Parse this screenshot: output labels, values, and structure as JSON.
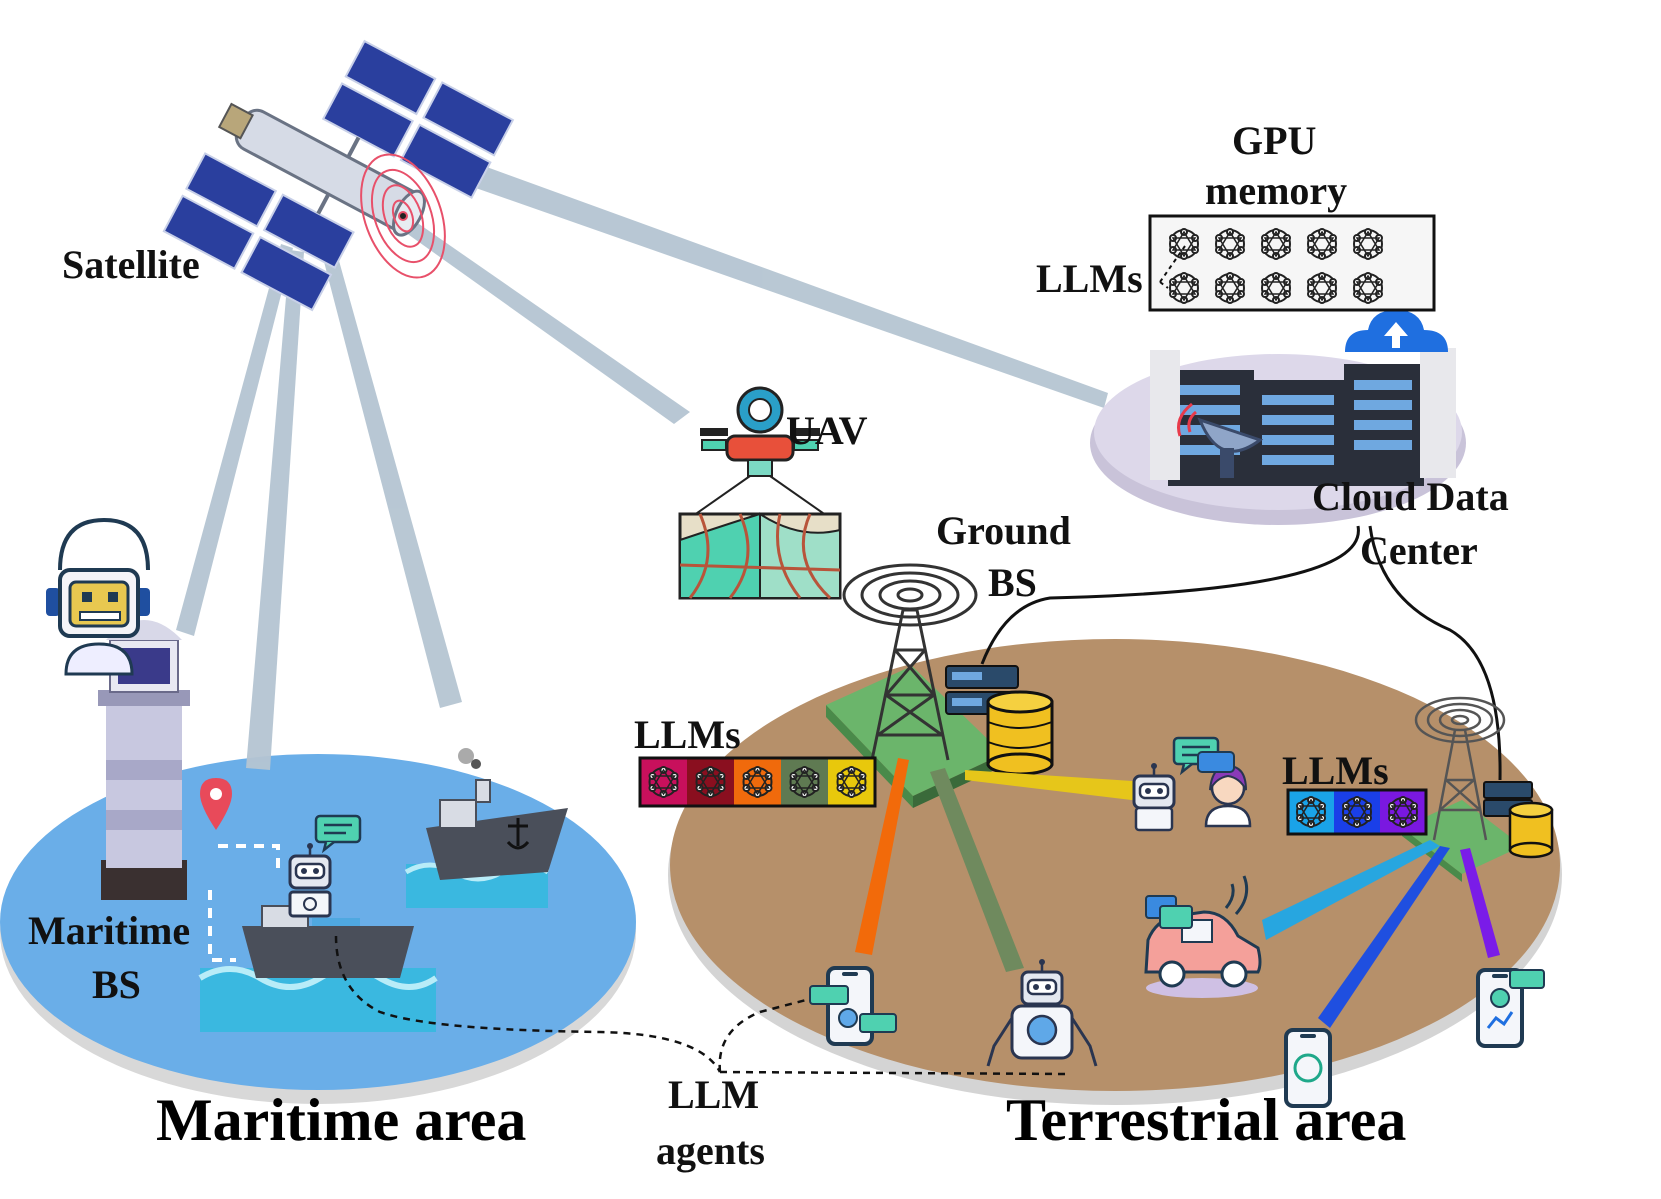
{
  "labels": {
    "satellite": "Satellite",
    "gpu_line1": "GPU",
    "gpu_line2": "memory",
    "llms_cloud": "LLMs",
    "uav": "UAV",
    "ground_bs_line1": "Ground",
    "ground_bs_line2": "BS",
    "cloud_line1": "Cloud Data",
    "cloud_line2": "Center",
    "llms_ground": "LLMs",
    "llms_right": "LLMs",
    "maritime_bs_line1": "Maritime",
    "maritime_bs_line2": "BS",
    "maritime_area": "Maritime area",
    "terrestrial_area": "Terrestrial area",
    "agents_line1": "LLM",
    "agents_line2": "agents"
  },
  "llm_strip_colors": [
    "#c8105c",
    "#8a0f1f",
    "#f06a0c",
    "#5f7a52",
    "#e8c80c"
  ],
  "llm_strip_right_colors": [
    "#1aa3e8",
    "#1a3fe8",
    "#7a18e0"
  ],
  "beam_colors": {
    "orange": "#f26a0a",
    "olive": "#6f8a5e",
    "yellow": "#e6c61a",
    "cyan": "#27a6e0",
    "blue": "#1f4fe0",
    "violet": "#7a1ce8",
    "satellite": "#b5c5d2"
  },
  "area_colors": {
    "maritime": "#6aaee8",
    "terrestrial": "#b6906a"
  },
  "icons": [
    "satellite-icon",
    "radar-rings-icon",
    "drone-icon",
    "map-icon",
    "tower-icon",
    "server-icon",
    "database-icon",
    "cloud-upload-icon",
    "dish-icon",
    "robot-icon",
    "lighthouse-icon",
    "ship-icon",
    "smartphone-icon",
    "car-icon",
    "user-icon",
    "chat-bubble-icon",
    "location-pin-icon",
    "neural-net-icon"
  ]
}
